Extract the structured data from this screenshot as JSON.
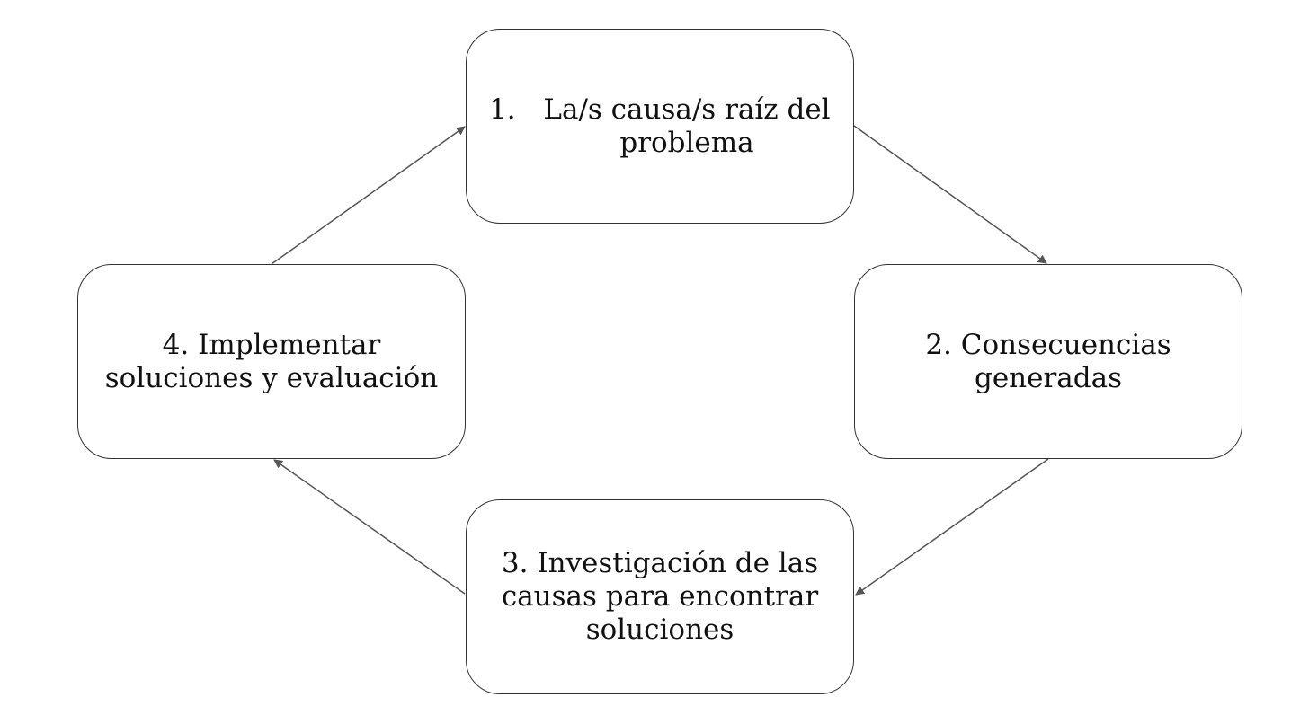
{
  "diagram": {
    "nodes": [
      {
        "id": "1",
        "number": "1.",
        "text": "La/s causa/s raíz del problema"
      },
      {
        "id": "2",
        "text": "2. Consecuencias generadas"
      },
      {
        "id": "3",
        "text": "3. Investigación de las causas para encontrar soluciones"
      },
      {
        "id": "4",
        "text": "4. Implementar soluciones y evaluación"
      }
    ],
    "edges": [
      {
        "from": "1",
        "to": "2"
      },
      {
        "from": "2",
        "to": "3"
      },
      {
        "from": "3",
        "to": "4"
      },
      {
        "from": "4",
        "to": "1"
      }
    ],
    "colors": {
      "border": "#333333",
      "arrow": "#555555",
      "background": "#ffffff"
    }
  }
}
